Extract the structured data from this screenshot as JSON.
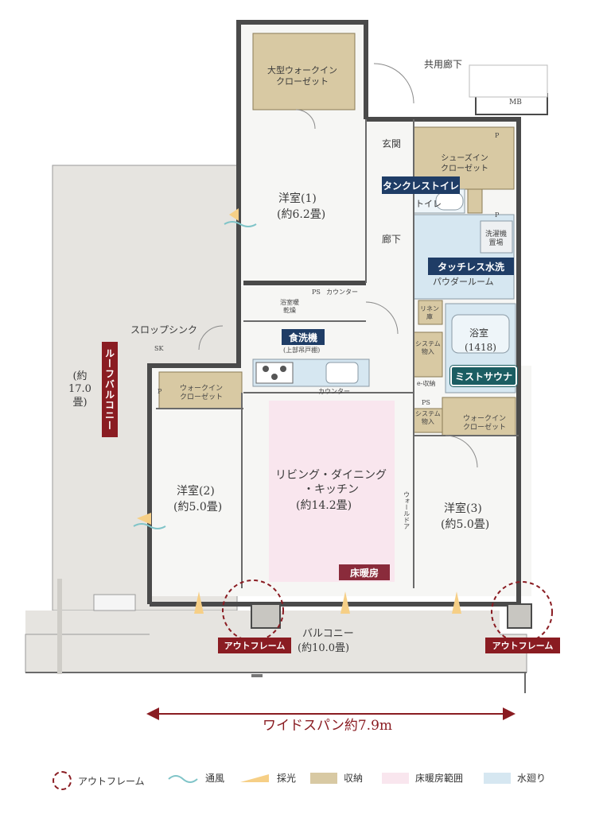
{
  "colors": {
    "storage": "#d8c9a3",
    "floor_heating": "#f9e6ee",
    "water": "#d6e7f1",
    "navy_tag": "#1f3d66",
    "teal_tag": "#1b5d62",
    "red_tag": "#8a1c22",
    "wine_tag": "#8a2b3b",
    "wall": "#4a4a4a",
    "balcony": "#e6e4e0"
  },
  "labels": {
    "corridor": "共用廊下",
    "mb": "MB",
    "big_wic_line1": "大型ウォークイン",
    "big_wic_line2": "クローゼット",
    "entrance": "玄関",
    "shoes_line1": "シューズイン",
    "shoes_line2": "クローゼット",
    "tankless_toilet": "タンクレストイレ",
    "toilet": "トイレ",
    "hallway": "廊下",
    "laundry_line1": "洗濯機",
    "laundry_line2": "置場",
    "touchless_faucet": "タッチレス水洗",
    "powder_room": "パウダールーム",
    "linen_line1": "リネン",
    "linen_line2": "庫",
    "bathroom": "浴室",
    "bath_size": "(1418)",
    "mist_sauna": "ミストサウナ",
    "system_storage_line1": "システム",
    "system_storage_line2": "物入",
    "e_storage": "e-収納",
    "ps": "PS",
    "p": "P",
    "system_storage2_line1": "システム",
    "system_storage2_line2": "物入",
    "wic3_line1": "ウォークイン",
    "wic3_line2": "クローゼット",
    "room1": "洋室(1)",
    "room1_size": "(約6.2畳)",
    "counter": "カウンター",
    "kitchen_storage_line1": "浴室暖",
    "kitchen_storage_line2": "乾燥",
    "dishwasher": "食洗機",
    "dishwasher_note": "(上部吊戸棚)",
    "counter2": "カウンター",
    "slop_sink": "スロップシンク",
    "sk": "SK",
    "roof_balcony": "ルーフバルコニー",
    "roof_balcony_size_line1": "(約",
    "roof_balcony_size_line2": "17.0",
    "roof_balcony_size_line3": "畳)",
    "wic2_line1": "ウォークイン",
    "wic2_line2": "クローゼット",
    "room2": "洋室(2)",
    "room2_size": "(約5.0畳)",
    "living_line1": "リビング・ダイニング",
    "living_line2": "・キッチン",
    "living_size": "(約14.2畳)",
    "floor_heating_tag": "床暖房",
    "wall_door": "ウォールドア",
    "room3": "洋室(3)",
    "room3_size": "(約5.0畳)",
    "out_frame_left": "アウトフレーム",
    "out_frame_right": "アウトフレーム",
    "balcony": "バルコニー",
    "balcony_size": "(約10.0畳)",
    "wide_span": "ワイドスパン約7.9m"
  },
  "legend": [
    {
      "label": "アウトフレーム",
      "icon": "dashed-circle-icon"
    },
    {
      "label": "通風",
      "icon": "wind-wave-icon"
    },
    {
      "label": "採光",
      "icon": "sunlight-icon"
    },
    {
      "label": "収納",
      "icon": "storage-swatch",
      "color": "#d8c9a3"
    },
    {
      "label": "床暖房範囲",
      "icon": "floor-heating-swatch",
      "color": "#f9e6ee"
    },
    {
      "label": "水廻り",
      "icon": "water-swatch",
      "color": "#d6e7f1"
    }
  ]
}
